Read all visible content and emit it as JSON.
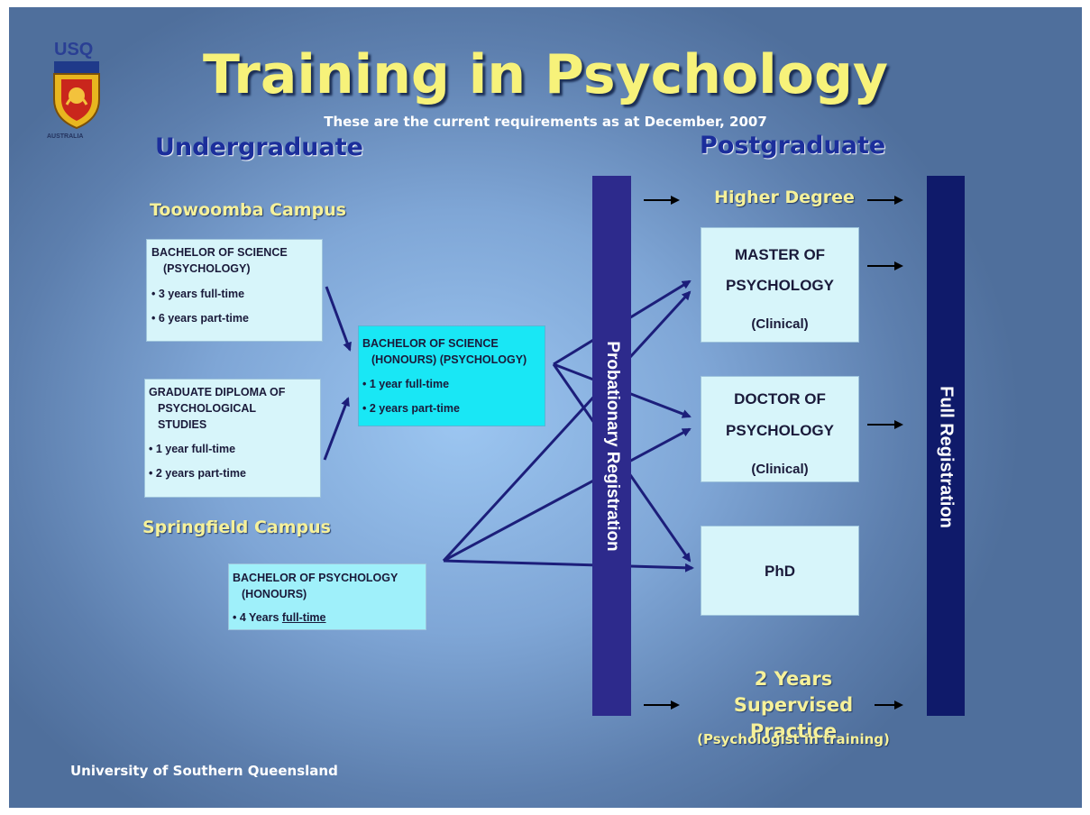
{
  "title": "Training in Psychology",
  "subtitle": "These are the current requirements as at December, 2007",
  "logo": {
    "abbr": "USQ",
    "country": "AUSTRALIA"
  },
  "undergraduate_heading": "Undergraduate",
  "postgraduate_heading": "Postgraduate",
  "campuses": {
    "toowoomba": "Toowoomba Campus",
    "springfield": "Springfield Campus"
  },
  "boxes": {
    "bsc_psych": {
      "line1": "BACHELOR OF SCIENCE",
      "line2": "(PSYCHOLOGY)",
      "item1": "• 3 years full-time",
      "item2": "• 6 years part-time"
    },
    "grad_dip": {
      "line1": "GRADUATE DIPLOMA OF",
      "line2": "PSYCHOLOGICAL",
      "line3": "STUDIES",
      "item1": "• 1 year full-time",
      "item2": "• 2 years part-time"
    },
    "bsc_hons": {
      "line1": "BACHELOR OF SCIENCE",
      "line2": "(HONOURS) (PSYCHOLOGY)",
      "item1": "• 1 year full-time",
      "item2": "• 2 years part-time"
    },
    "bpsych_hons": {
      "line1": "BACHELOR OF PSYCHOLOGY",
      "line2": "(HONOURS)",
      "item_prefix": "• 4 Years ",
      "item_underlined": "full-time"
    }
  },
  "postgrad_boxes": {
    "master": {
      "line1": "MASTER OF",
      "line2": "PSYCHOLOGY",
      "line3": "(Clinical)"
    },
    "doctor": {
      "line1": "DOCTOR OF",
      "line2": "PSYCHOLOGY",
      "line3": "(Clinical)"
    },
    "phd": {
      "line1": "PhD"
    }
  },
  "higher_degree": "Higher Degree",
  "supervised_practice_line1": "2 Years Supervised",
  "supervised_practice_line2": "Practice",
  "psychologist_in_training": "(Psychologist in training)",
  "probationary_registration": "Probationary Registration",
  "full_registration": "Full Registration",
  "footer": "University of Southern Queensland",
  "colors": {
    "title_yellow": "#f7f27a",
    "section_blue": "#1b2e9b",
    "arrow_navy": "#1c1e7a",
    "probationary_band": "#2d2a8c",
    "full_band": "#0f1a6a"
  }
}
